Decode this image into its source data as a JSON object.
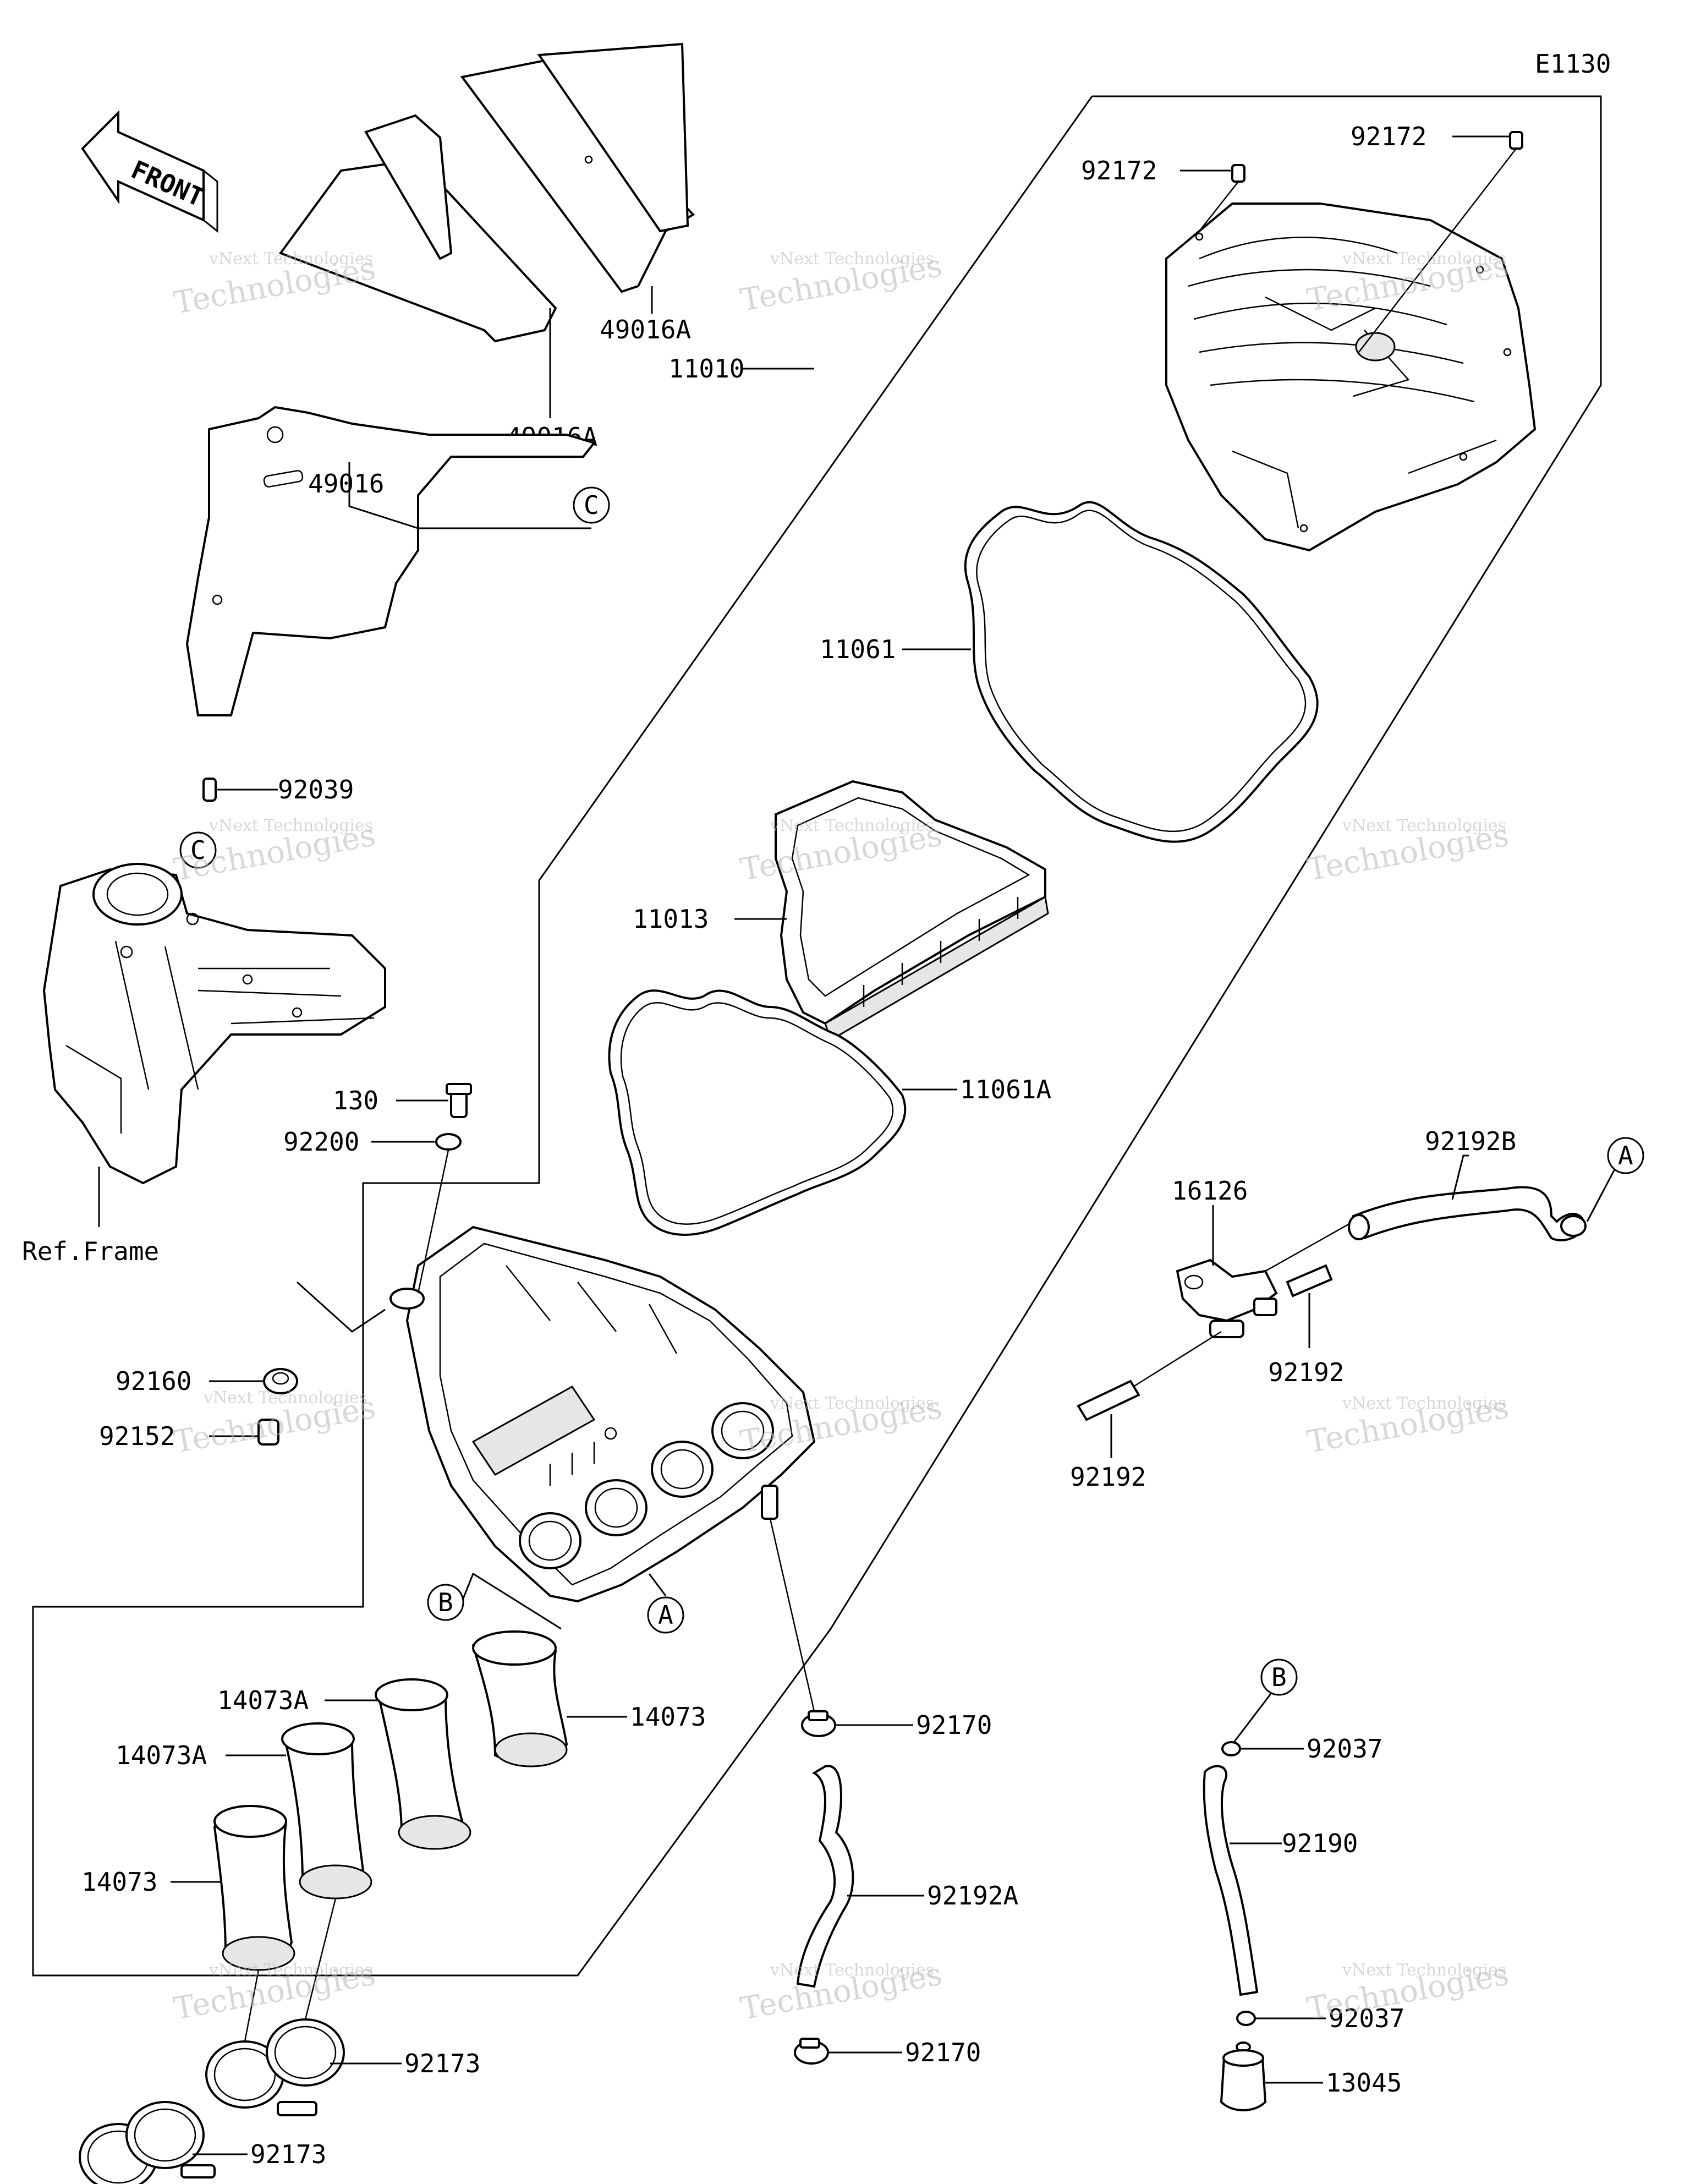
{
  "diagram_id": "E1130",
  "front_label": "FRONT",
  "ref_frame": "Ref.Frame",
  "watermark": {
    "line1": "vNext Technologies",
    "line2": "Technologies",
    "line3": "vNext"
  },
  "callouts": {
    "c_a1": "A",
    "c_a2": "A",
    "c_b1": "B",
    "c_b2": "B",
    "c_c1": "C",
    "c_c2": "C"
  },
  "parts": {
    "p49016a_1": "49016A",
    "p49016a_2": "49016A",
    "p49016": "49016",
    "p11010": "11010",
    "p92172_1": "92172",
    "p92172_2": "92172",
    "p11061": "11061",
    "p11013": "11013",
    "p11061a": "11061A",
    "p92039": "92039",
    "p130": "130",
    "p92200": "92200",
    "p92160": "92160",
    "p92152": "92152",
    "p16126": "16126",
    "p92192b": "92192B",
    "p92192_1": "92192",
    "p92192_2": "92192",
    "p14073a_1": "14073A",
    "p14073a_2": "14073A",
    "p14073_1": "14073",
    "p14073_2": "14073",
    "p92170_1": "92170",
    "p92170_2": "92170",
    "p92192a": "92192A",
    "p92037_1": "92037",
    "p92037_2": "92037",
    "p92190": "92190",
    "p13045": "13045",
    "p92173_1": "92173",
    "p92173_2": "92173"
  }
}
